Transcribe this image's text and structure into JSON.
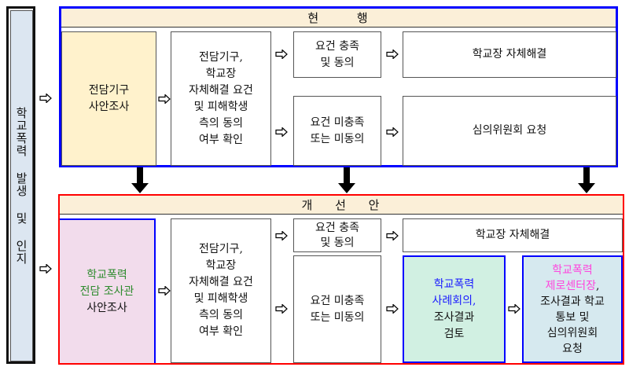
{
  "side_label": "학교폭력 발생 및 인지",
  "current": {
    "header": "현 행",
    "investigation": [
      "전담기구",
      "사안조사"
    ],
    "check": [
      "전담기구,",
      "학교장",
      "자체해결 요건",
      "및 피해학생",
      "측의 동의",
      "여부 확인"
    ],
    "met": [
      "요건 충족",
      "및 동의"
    ],
    "unmet": [
      "요건 미충족",
      "또는 미동의"
    ],
    "self_resolve": "학교장 자체해결",
    "committee": "심의위원회 요청"
  },
  "proposed": {
    "header": "개 선 안",
    "investigation_highlight": [
      "학교폭력",
      "전담 조사관"
    ],
    "investigation": "사안조사",
    "check": [
      "전담기구,",
      "학교장",
      "자체해결 요건",
      "및 피해학생",
      "측의 동의",
      "여부 확인"
    ],
    "met": [
      "요건 충족",
      "및 동의"
    ],
    "unmet": [
      "요건 미충족",
      "또는 미동의"
    ],
    "self_resolve": "학교장 자체해결",
    "case_meeting_highlight": [
      "학교폭력",
      "사례회의,"
    ],
    "case_meeting": [
      "조사결과",
      "검토"
    ],
    "center_highlight": [
      "학교폭력",
      "제로센터장"
    ],
    "center": [
      ",",
      "조사결과 학교",
      "통보 및",
      "심의위원회",
      "요청"
    ]
  },
  "colors": {
    "current_border": "#0000ff",
    "proposed_border": "#ff0000",
    "green_text": "#2e8b2e",
    "blue_text": "#1a1aff",
    "pink_text": "#ff44dd"
  }
}
